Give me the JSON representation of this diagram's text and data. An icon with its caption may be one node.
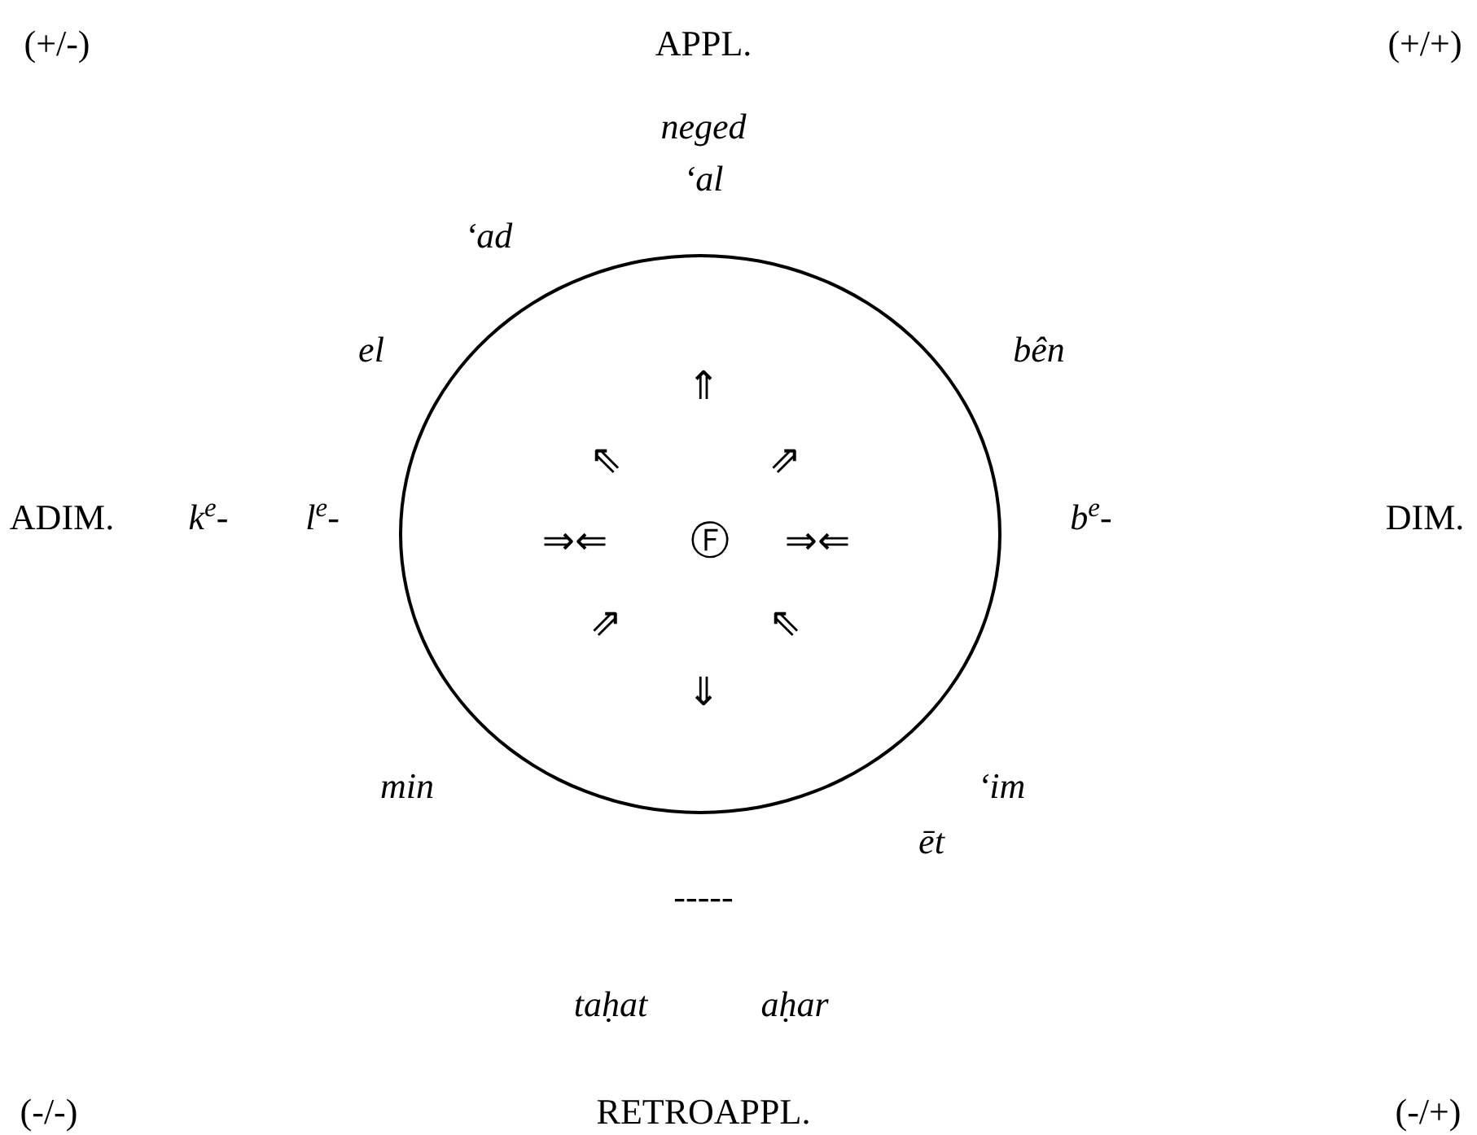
{
  "diagram": {
    "nodes": [
      {
        "text": [
          "⇑",
          "⇖",
          "⇗",
          "⇒⇐",
          "Ⓕ",
          "⇒⇐",
          "⇗",
          "⇖",
          "⇓"
        ]
      }
    ],
    "labels": [
      "(+/-)",
      "APPL.",
      "(+/+)",
      "neged",
      "‘al",
      "‘ad",
      "el",
      "bên",
      "ADIM.",
      "k$^{e}$-",
      "l$^{e}$-",
      "b$^{e}$-",
      "DIM.",
      "min",
      "‘im",
      "ēt",
      "-----",
      "taḥat",
      "aḥar",
      "(-/-)",
      "RETROAPPL.",
      "(-/+)"
    ]
  }
}
